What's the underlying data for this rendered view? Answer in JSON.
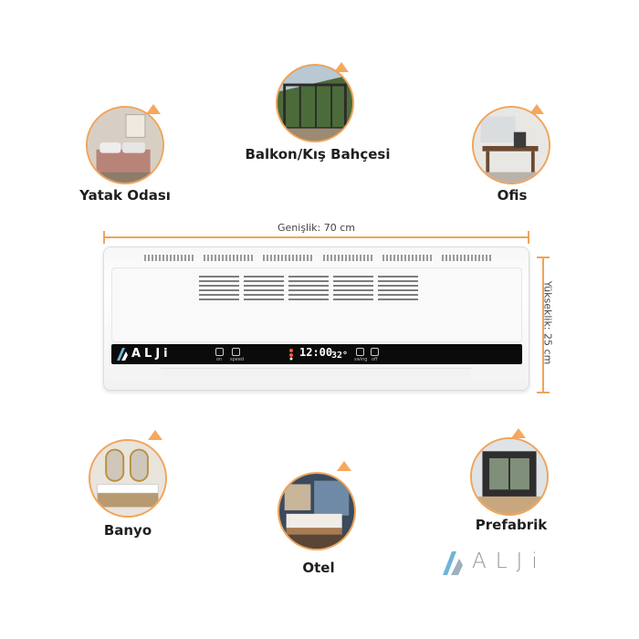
{
  "rooms": [
    {
      "id": "balkon",
      "label": "Balkon/Kış Bahçesi",
      "icon": "sunroom-photo-icon"
    },
    {
      "id": "yatak",
      "label": "Yatak Odası",
      "icon": "bedroom-photo-icon"
    },
    {
      "id": "ofis",
      "label": "Ofis",
      "icon": "office-photo-icon"
    },
    {
      "id": "banyo",
      "label": "Banyo",
      "icon": "bathroom-photo-icon"
    },
    {
      "id": "otel",
      "label": "Otel",
      "icon": "hotel-room-photo-icon"
    },
    {
      "id": "prefabrik",
      "label": "Prefabrik",
      "icon": "prefab-house-photo-icon"
    }
  ],
  "dimensions": {
    "width_label": "Genişlik: 70 cm",
    "height_label": "Yükseklik: 25 cm"
  },
  "device": {
    "brand": "ALJi",
    "time": "12:00",
    "temp": "32°",
    "buttons": [
      "on",
      "speed",
      "swing",
      "off"
    ]
  },
  "logo": {
    "text": "ALJi"
  },
  "colors": {
    "accent": "#f0a45a",
    "panel": "#0b0b0b",
    "logo": "#8a9aa6"
  }
}
